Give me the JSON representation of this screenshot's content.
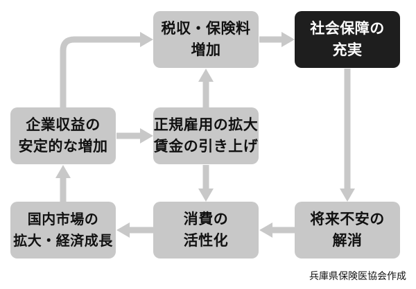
{
  "nodes": {
    "tax_increase": {
      "line1": "税収・保険料",
      "line2": "増加"
    },
    "social_security": {
      "line1": "社会保障の",
      "line2": "充実"
    },
    "corporate_profit": {
      "line1": "企業収益の",
      "line2": "安定的な増加"
    },
    "regular_employment": {
      "line1": "正規雇用の拡大",
      "line2": "賃金の引き上げ"
    },
    "anxiety_relief": {
      "line1": "将来不安の",
      "line2": "解消"
    },
    "consumption": {
      "line1": "消費の",
      "line2": "活性化"
    },
    "domestic_market": {
      "line1": "国内市場の",
      "line2": "拡大・経済成長"
    }
  },
  "source": "兵庫県保険医協会作成",
  "colors": {
    "node_fill": "#c8c8c8",
    "highlight_fill": "#1e1e1e",
    "arrow": "#c8c8c8",
    "text": "#111111",
    "highlight_text": "#ffffff"
  }
}
